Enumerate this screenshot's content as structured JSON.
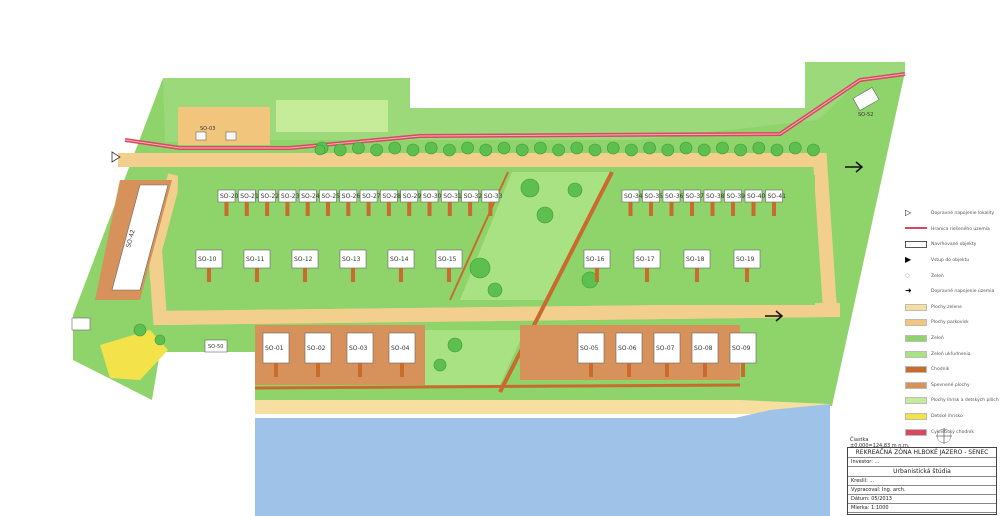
{
  "colors": {
    "green_area": "#8fd36b",
    "green_light": "#a9e283",
    "green_pale": "#c6ec9a",
    "path_tan": "#f2c57d",
    "road": "#f3cf8e",
    "red_path": "#d8485f",
    "brown": "#c96b2e",
    "water": "#9ec2e8",
    "sand": "#f6dfa0",
    "tree": "#5cbf4e",
    "yellow": "#f4e24a"
  },
  "buildings_north_row": [
    "SO-20",
    "SO-21",
    "SO-22",
    "SO-23",
    "SO-24",
    "SO-25",
    "SO-26",
    "SO-27",
    "SO-28",
    "SO-29",
    "SO-30",
    "SO-31",
    "SO-32",
    "SO-33"
  ],
  "buildings_north_right": [
    "SO-34",
    "SO-35",
    "SO-36",
    "SO-37",
    "SO-38",
    "SO-39",
    "SO-40",
    "SO-41"
  ],
  "buildings_mid_left": [
    "SO-10",
    "SO-11",
    "SO-12",
    "SO-13",
    "SO-14",
    "SO-15"
  ],
  "buildings_mid_right": [
    "SO-16",
    "SO-17",
    "SO-18",
    "SO-19"
  ],
  "buildings_south": [
    "SO-01",
    "SO-02",
    "SO-03",
    "SO-04"
  ],
  "buildings_south_right": [
    "SO-05",
    "SO-06",
    "SO-07",
    "SO-08",
    "SO-09"
  ],
  "special_labels": {
    "so_42": "SO-42",
    "so_03": "SO-03",
    "so_52": "SO-52",
    "so_50": "SO-50"
  },
  "legend": [
    {
      "symbol": "triangle",
      "text": "Dopravné napojenie lokality"
    },
    {
      "symbol": "red-line",
      "text": "Hranica riešeného územia"
    },
    {
      "symbol": "box",
      "text": "Navrhované objekty"
    },
    {
      "symbol": "arrow-small",
      "text": "Vstup do objektu"
    },
    {
      "symbol": "circle-dash",
      "text": "Zeleň"
    },
    {
      "symbol": "arrow-big",
      "text": "Dopravné napojenie územia"
    },
    {
      "symbol": "tan",
      "text": "Plochy zelene"
    },
    {
      "symbol": "tan2",
      "text": "Plochy parkovísk"
    },
    {
      "symbol": "green",
      "text": "Zeleň"
    },
    {
      "symbol": "green2",
      "text": "Zeleň ukľudnenia"
    },
    {
      "symbol": "brown",
      "text": "Chodník"
    },
    {
      "symbol": "brown2",
      "text": "Spevnené plochy"
    },
    {
      "symbol": "pale",
      "text": "Plochy ihrísk a detských plôch"
    },
    {
      "symbol": "yellow",
      "text": "Detské ihrisko"
    },
    {
      "symbol": "red",
      "text": "Cyklistický chodník"
    }
  ],
  "scale": {
    "label": "Čiastka",
    "value": "±0,000=124,83 m n.m."
  },
  "titleblock": {
    "title": "REKREAČNÁ ZÓNA HLBOKÉ JAZERO - SENEC",
    "sub1": "Investor: ...",
    "sub2": "Urbanistická štúdia",
    "rows": [
      "Kreslil: ...",
      "Vypracoval: Ing. arch.",
      "Dátum: 05/2013",
      "Mierka: 1:1000"
    ]
  }
}
